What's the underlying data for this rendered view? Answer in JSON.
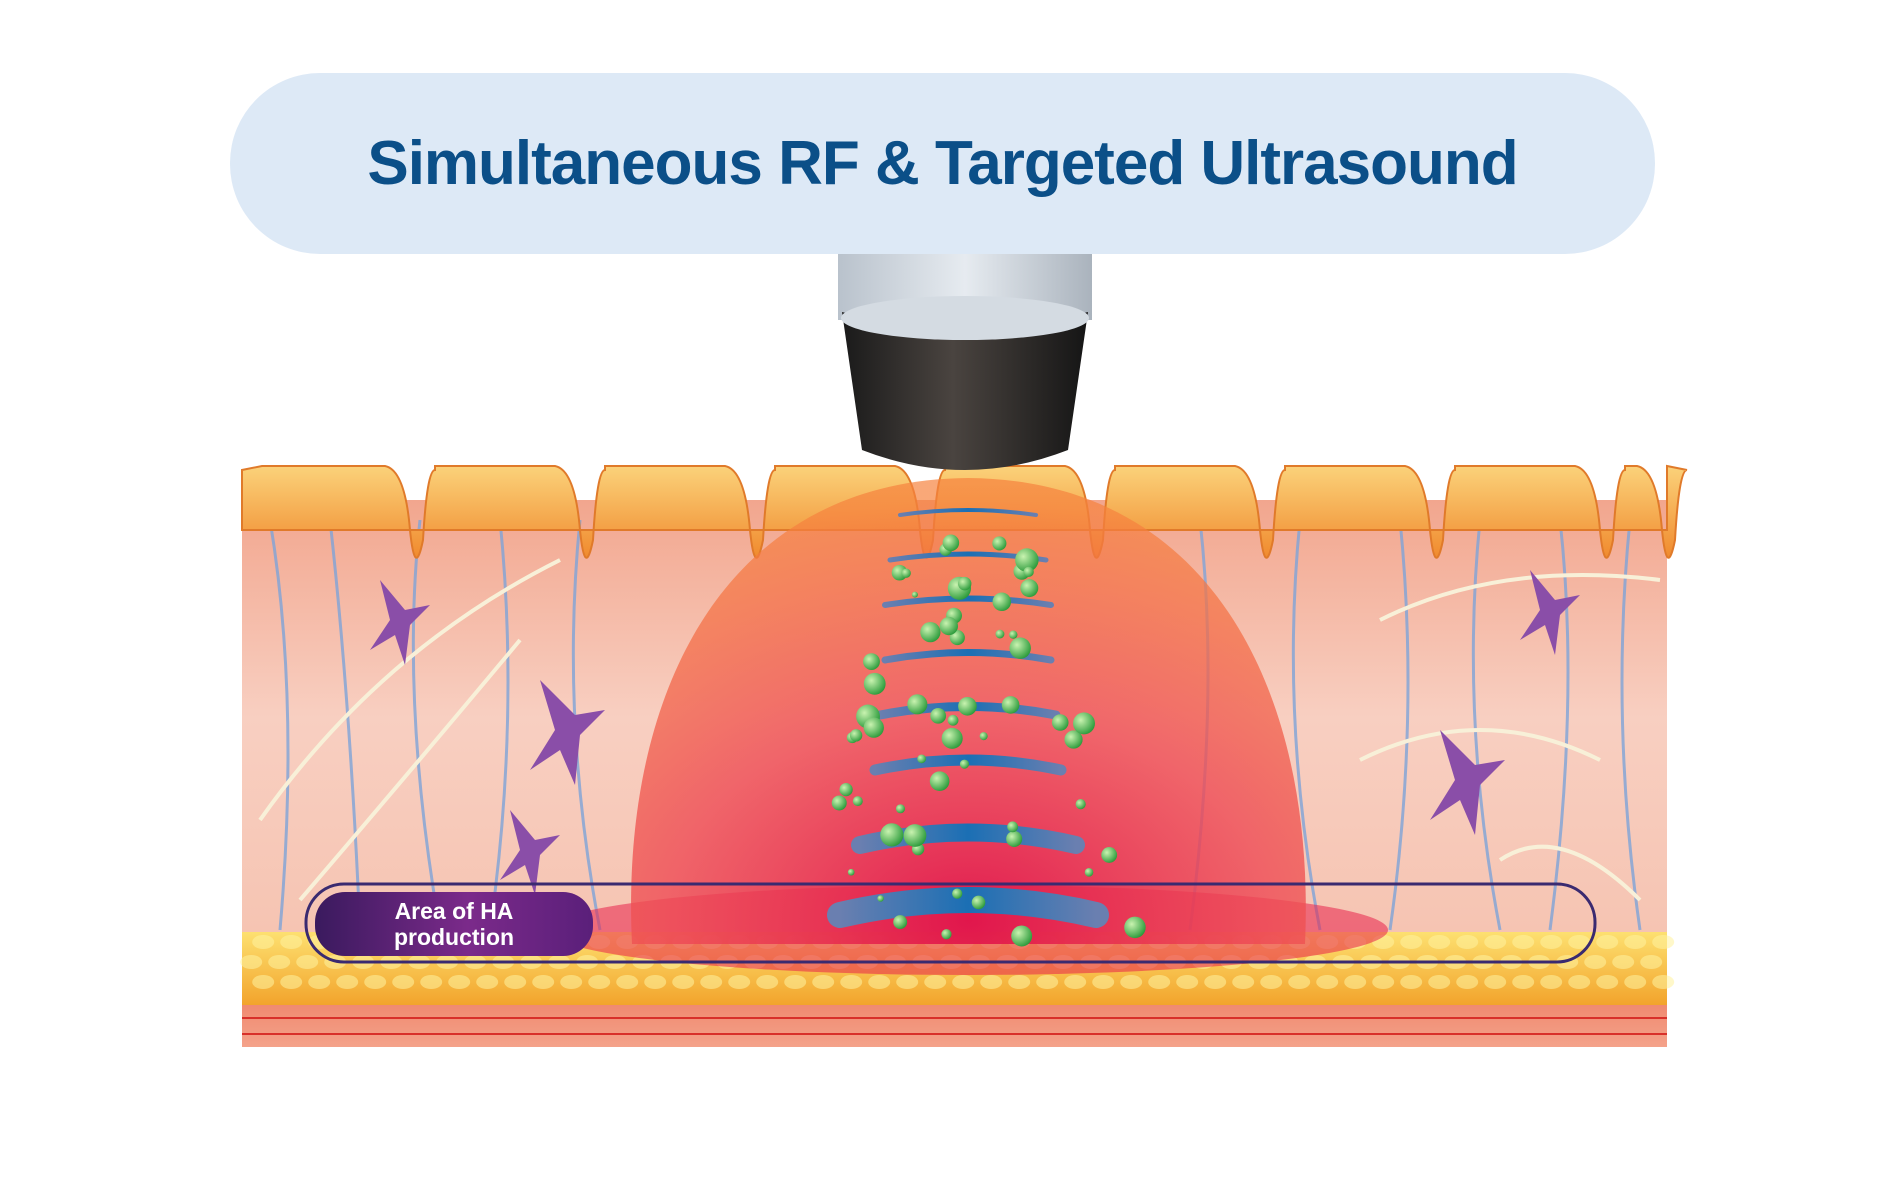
{
  "title": "Simultaneous RF & Targeted Ultrasound",
  "label": {
    "line1": "Area of HA",
    "line2": "production"
  },
  "colors": {
    "title_text": "#0b4f88",
    "title_bg": "#dde9f6",
    "label_bg": "#5a1f7a"
  }
}
